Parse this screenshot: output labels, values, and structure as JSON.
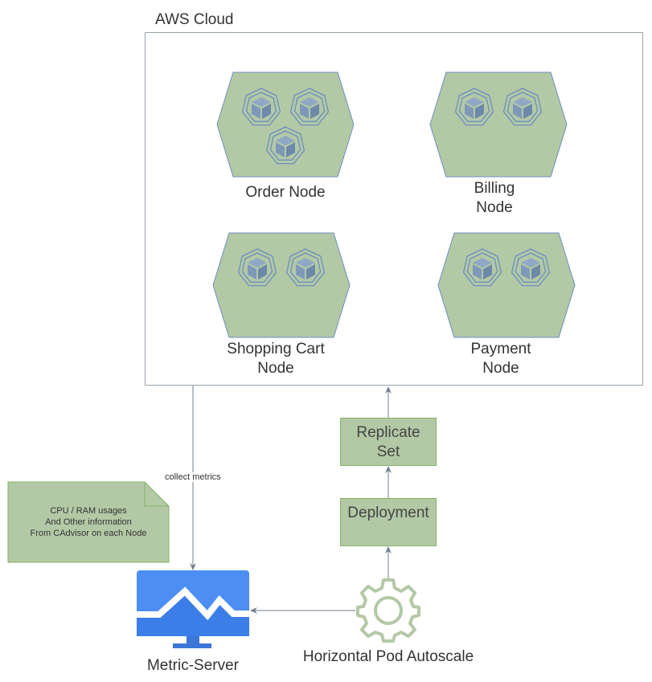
{
  "cloud": {
    "title": "AWS Cloud"
  },
  "nodes": {
    "order": {
      "label": "Order Node",
      "pods": 3
    },
    "billing": {
      "label": "Billing\nNode",
      "pods": 2
    },
    "shopping_cart": {
      "label": "Shopping Cart\nNode",
      "pods": 2
    },
    "payment": {
      "label": "Payment\nNode",
      "pods": 2
    }
  },
  "replicate_set": {
    "label": "Replicate\nSet"
  },
  "deployment": {
    "label": "Deployment"
  },
  "autoscaler": {
    "label": "Horizontal Pod Autoscale"
  },
  "metric_server": {
    "label": "Metric-Server"
  },
  "note": {
    "text": "CPU / RAM usages\nAnd Other information\nFrom CAdvisor on each Node"
  },
  "edges": {
    "collect_label": "collect metrics"
  },
  "colors": {
    "node_fill": "#b3c9a6",
    "node_stroke": "#6c8ebf",
    "pod_fill": "#7e99b8",
    "box_fill": "#b3c9a6",
    "arrow": "#6f7d8c",
    "monitor": "#4c8ef4",
    "gear": "#b3c9a6"
  }
}
